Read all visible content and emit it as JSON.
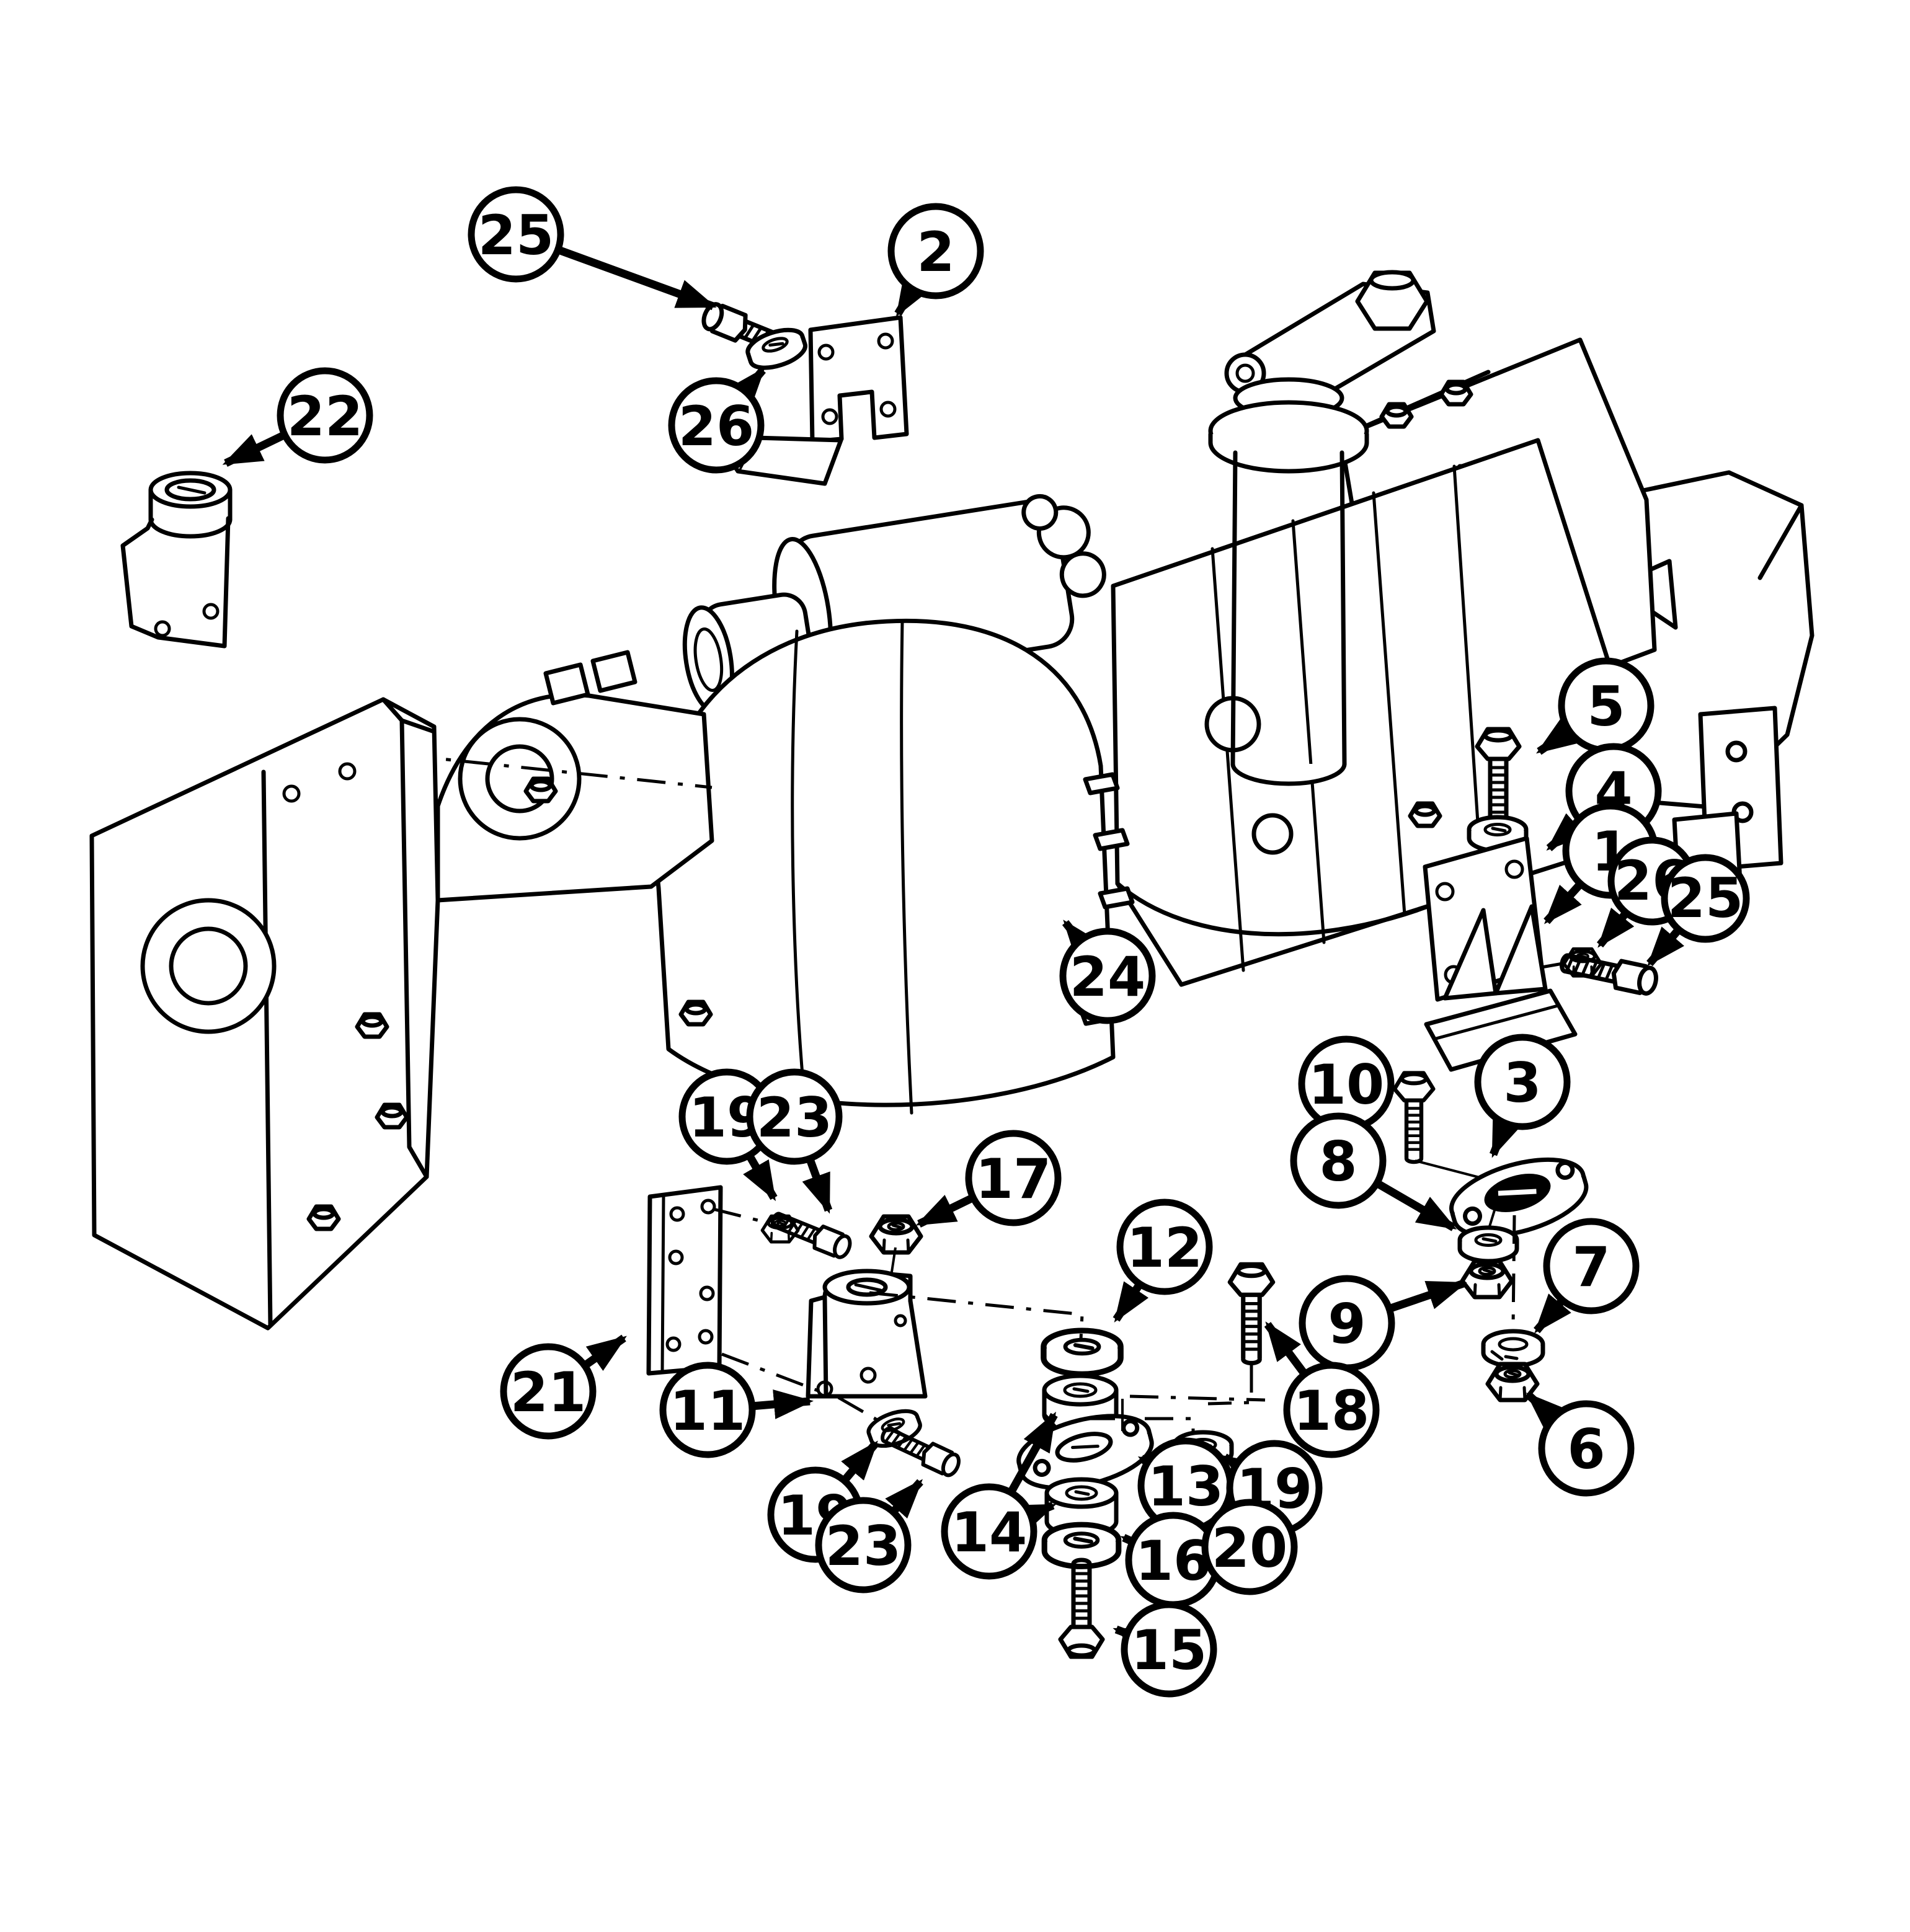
{
  "figure": {
    "type": "exploded-parts-diagram",
    "subject": "engine-and-transmission-mounting",
    "background_color": "#ffffff",
    "line_color": "#000000",
    "visible_part_numbers": [
      "1",
      "2",
      "3",
      "4",
      "5",
      "6",
      "7",
      "8",
      "9",
      "10",
      "11",
      "12",
      "13",
      "14",
      "15",
      "16",
      "17",
      "18",
      "19",
      "20",
      "21",
      "22",
      "23",
      "24",
      "25",
      "26"
    ]
  },
  "callouts": [
    {
      "label": "25"
    },
    {
      "label": "2"
    },
    {
      "label": "26"
    },
    {
      "label": "22"
    },
    {
      "label": "5"
    },
    {
      "label": "4"
    },
    {
      "label": "1"
    },
    {
      "label": "26"
    },
    {
      "label": "25"
    },
    {
      "label": "24"
    },
    {
      "label": "10"
    },
    {
      "label": "3"
    },
    {
      "label": "8"
    },
    {
      "label": "9"
    },
    {
      "label": "7"
    },
    {
      "label": "6"
    },
    {
      "label": "18"
    },
    {
      "label": "17"
    },
    {
      "label": "12"
    },
    {
      "label": "19"
    },
    {
      "label": "23"
    },
    {
      "label": "11"
    },
    {
      "label": "21"
    },
    {
      "label": "19"
    },
    {
      "label": "23"
    },
    {
      "label": "14"
    },
    {
      "label": "13"
    },
    {
      "label": "16"
    },
    {
      "label": "15"
    },
    {
      "label": "19"
    },
    {
      "label": "20"
    }
  ],
  "parts": {
    "1": "engine-mount-bracket",
    "2": "support-bracket",
    "3": "mount-plate",
    "4": "flat-washer",
    "5": "hex-bolt",
    "6": "hex-nut",
    "7": "lock-washer",
    "8": "flat-washer",
    "9": "hex-nut",
    "10": "hex-bolt",
    "11": "angle-bracket",
    "12": "flat-washer",
    "13": "mount-plate",
    "14": "rubber-isolator",
    "15": "hex-bolt",
    "16": "flat-washer",
    "17": "hex-nut",
    "18": "hex-bolt",
    "19": "flat-washer",
    "20": "hex-nut",
    "21": "side-plate",
    "22": "cup-bracket",
    "23": "hex-bolt",
    "24": "engine-assembly",
    "25": "hex-bolt",
    "26": "flat-washer-nut"
  }
}
